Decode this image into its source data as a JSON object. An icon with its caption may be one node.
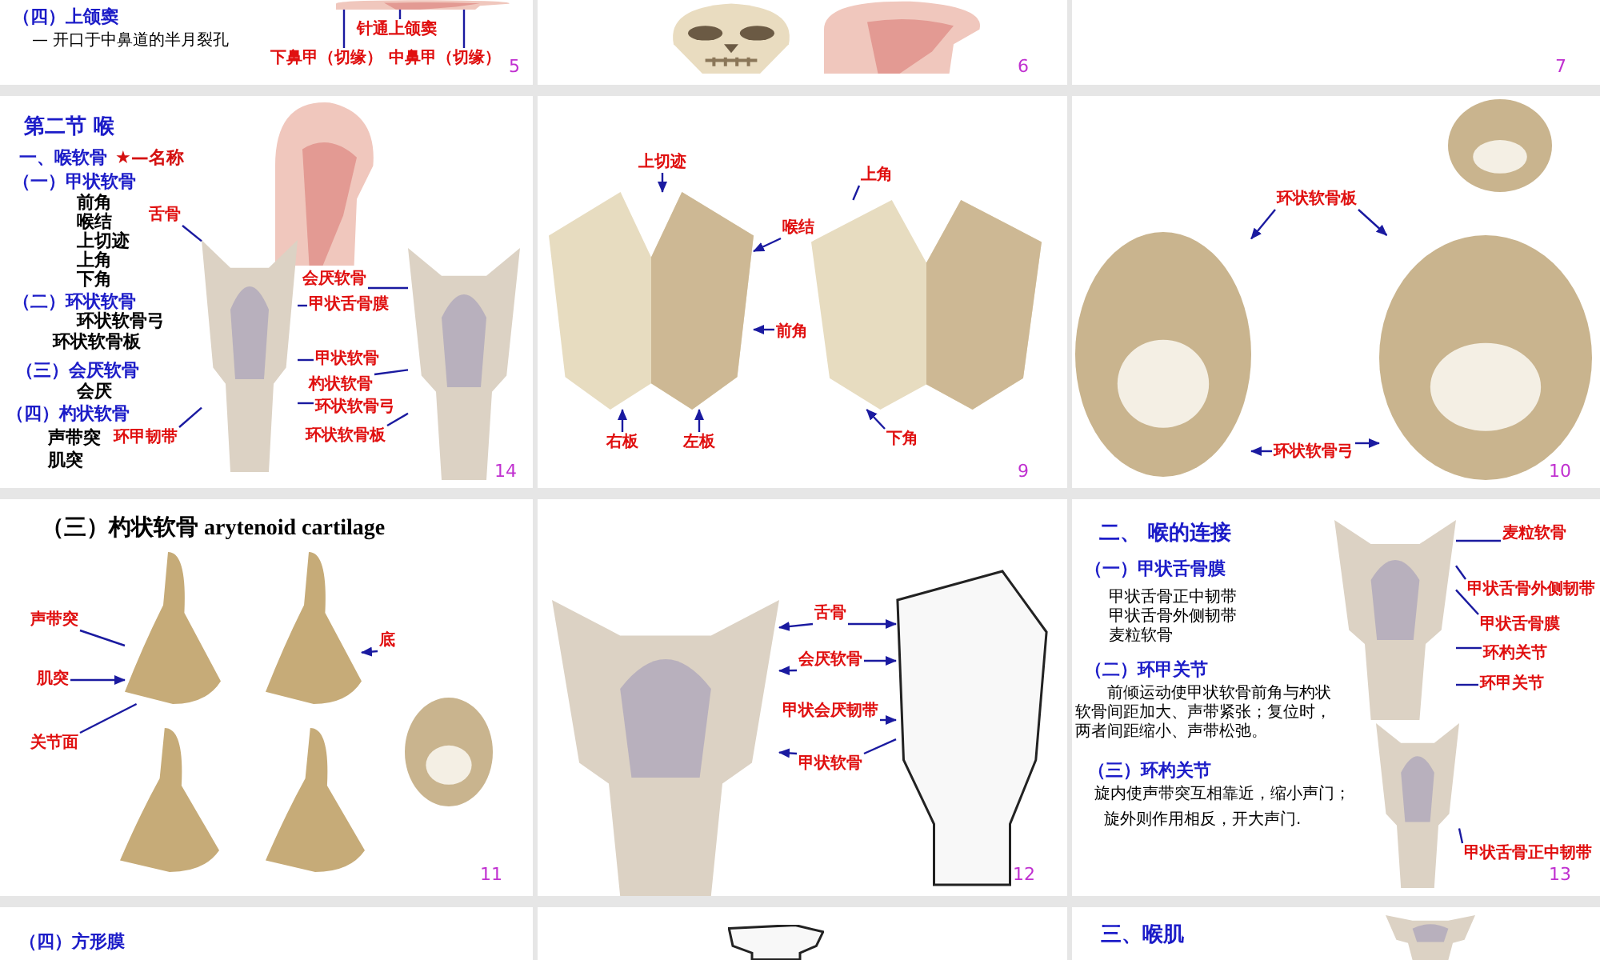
{
  "diagram": {
    "nodes": [
      {
        "text": [
          "（四）上颌窦",
          "— 开口于中鼻道的半月裂孔"
        ]
      },
      {
        "text": [
          "针通上颌窦"
        ],
        "in": 0
      },
      {
        "text": [
          "下鼻甲（切缘）"
        ],
        "in": 0
      },
      {
        "text": [
          "中鼻甲（切缘）"
        ],
        "in": 0
      },
      {
        "text": [],
        "shape": "box"
      },
      {
        "text": [],
        "shape": "box"
      },
      {
        "text": [
          "第二节 喉",
          "一、喉软骨",
          "★—名称",
          "（一）甲状软骨",
          "前角",
          "喉结",
          "上切迹",
          "上角",
          "下角",
          "（二）环状软骨",
          "环状软骨弓",
          "环状软骨板",
          "（三）会厌软骨",
          "会厌",
          "（四）杓状软骨",
          "声带突",
          "肌突"
        ]
      },
      {
        "text": [
          "舌骨"
        ],
        "in": 6
      },
      {
        "text": [
          "会厌软骨"
        ],
        "in": 6
      },
      {
        "text": [
          "甲状舌骨膜"
        ],
        "in": 6
      },
      {
        "text": [
          "甲状软骨"
        ],
        "in": 6
      },
      {
        "text": [
          "杓状软骨"
        ],
        "in": 6
      },
      {
        "text": [
          "环状软骨弓"
        ],
        "in": 6
      },
      {
        "text": [
          "环甲韧带"
        ],
        "in": 6
      },
      {
        "text": [
          "环状软骨板"
        ],
        "in": 6
      },
      {
        "text": [],
        "shape": "box"
      },
      {
        "text": [
          "上切迹"
        ],
        "in": 15
      },
      {
        "text": [
          "喉结"
        ],
        "in": 15
      },
      {
        "text": [
          "前角"
        ],
        "in": 15
      },
      {
        "text": [
          "右板"
        ],
        "in": 15
      },
      {
        "text": [
          "左板"
        ],
        "in": 15
      },
      {
        "text": [
          "上角"
        ],
        "in": 15
      },
      {
        "text": [
          "下角"
        ],
        "in": 15
      },
      {
        "text": [],
        "shape": "box"
      },
      {
        "text": [
          "环状软骨板"
        ],
        "in": 23
      },
      {
        "text": [
          "环状软骨弓"
        ],
        "in": 23
      },
      {
        "text": [
          "（三）杓状软骨 arytenoid cartilage"
        ]
      },
      {
        "text": [
          "声带突"
        ],
        "in": 26
      },
      {
        "text": [
          "肌突"
        ],
        "in": 26
      },
      {
        "text": [
          "关节面"
        ],
        "in": 26
      },
      {
        "text": [
          "底"
        ],
        "in": 26
      },
      {
        "text": [],
        "shape": "box"
      },
      {
        "text": [
          "舌骨"
        ],
        "in": 31
      },
      {
        "text": [
          "会厌软骨"
        ],
        "in": 31
      },
      {
        "text": [
          "甲状会厌韧带"
        ],
        "in": 31
      },
      {
        "text": [
          "甲状软骨"
        ],
        "in": 31
      },
      {
        "text": [
          "二、 喉的连接",
          "（一）甲状舌骨膜",
          "甲状舌骨正中韧带",
          "甲状舌骨外侧韧带",
          "麦粒软骨",
          "（二）环甲关节",
          "前倾运动使甲状软骨前角与杓状软骨间距加大、声带紧张；复位时，两者间距缩小、声带松弛。",
          "（三）环杓关节",
          "旋内使声带突互相靠近，缩小声门；",
          "旋外则作用相反，开大声门."
        ]
      },
      {
        "text": [
          "麦粒软骨"
        ],
        "in": 36
      },
      {
        "text": [
          "甲状舌骨外侧韧带"
        ],
        "in": 36
      },
      {
        "text": [
          "甲状舌骨膜"
        ],
        "in": 36
      },
      {
        "text": [
          "环杓关节"
        ],
        "in": 36
      },
      {
        "text": [
          "环甲关节"
        ],
        "in": 36
      },
      {
        "text": [
          "甲状舌骨正中韧带"
        ],
        "in": 36
      },
      {
        "text": [
          "（四）方形膜"
        ]
      },
      {
        "text": [],
        "shape": "box"
      },
      {
        "text": [
          "三、喉肌"
        ]
      },
      {
        "text": [],
        "shape": "picture",
        "in": 0
      },
      {
        "text": [],
        "shape": "picture",
        "in": 4
      },
      {
        "text": [],
        "shape": "picture",
        "in": 4
      },
      {
        "text": [],
        "shape": "picture",
        "in": 6
      },
      {
        "text": [],
        "shape": "picture",
        "in": 6
      },
      {
        "text": [],
        "shape": "picture",
        "in": 6
      },
      {
        "text": [],
        "shape": "picture",
        "in": 15
      },
      {
        "text": [],
        "shape": "picture",
        "in": 15
      },
      {
        "text": [],
        "shape": "picture",
        "in": 23
      },
      {
        "text": [],
        "shape": "picture",
        "in": 23
      },
      {
        "text": [],
        "shape": "picture",
        "in": 23
      },
      {
        "text": [],
        "shape": "picture",
        "in": 26
      },
      {
        "text": [],
        "shape": "picture",
        "in": 26
      },
      {
        "text": [],
        "shape": "picture",
        "in": 26
      },
      {
        "text": [],
        "shape": "picture",
        "in": 26
      },
      {
        "text": [],
        "shape": "picture",
        "in": 26
      },
      {
        "text": [],
        "shape": "picture",
        "in": 31
      },
      {
        "text": [],
        "shape": "picture",
        "in": 31
      },
      {
        "text": [],
        "shape": "picture",
        "in": 36
      },
      {
        "text": [],
        "shape": "picture",
        "in": 36
      },
      {
        "text": [],
        "shape": "picture",
        "in": 44
      },
      {
        "text": [],
        "shape": "picture",
        "in": 45
      }
    ],
    "edges": [
      {
        "from": 1,
        "to": 46,
        "arrow": "none"
      },
      {
        "from": 2,
        "to": 46,
        "arrow": "none"
      },
      {
        "from": 3,
        "to": 46,
        "arrow": "none"
      },
      {
        "from": 7,
        "to": 50,
        "arrow": "none"
      },
      {
        "from": 8,
        "to": 51,
        "arrow": "none"
      },
      {
        "from": 9,
        "to": 50,
        "arrow": "none"
      },
      {
        "from": 10,
        "to": 50,
        "arrow": "none"
      },
      {
        "from": 11,
        "to": 51,
        "arrow": "none"
      },
      {
        "from": 12,
        "to": 50,
        "arrow": "none"
      },
      {
        "from": 13,
        "to": 50,
        "arrow": "none"
      },
      {
        "from": 14,
        "to": 51,
        "arrow": "none"
      },
      {
        "from": 16,
        "to": 52,
        "arrow": "to"
      },
      {
        "from": 17,
        "to": 52,
        "arrow": "to"
      },
      {
        "from": 18,
        "to": 52,
        "arrow": "to"
      },
      {
        "from": 19,
        "to": 52,
        "arrow": "to"
      },
      {
        "from": 20,
        "to": 52,
        "arrow": "to"
      },
      {
        "from": 21,
        "to": 53,
        "arrow": "none"
      },
      {
        "from": 22,
        "to": 53,
        "arrow": "to"
      },
      {
        "from": 24,
        "to": 55,
        "arrow": "to"
      },
      {
        "from": 24,
        "to": 56,
        "arrow": "to"
      },
      {
        "from": 25,
        "to": 55,
        "arrow": "to"
      },
      {
        "from": 25,
        "to": 56,
        "arrow": "to"
      },
      {
        "from": 27,
        "to": 57,
        "arrow": "none"
      },
      {
        "from": 28,
        "to": 57,
        "arrow": "to"
      },
      {
        "from": 29,
        "to": 57,
        "arrow": "none"
      },
      {
        "from": 30,
        "to": 58,
        "arrow": "to"
      },
      {
        "from": 32,
        "to": 62,
        "arrow": "to"
      },
      {
        "from": 32,
        "to": 63,
        "arrow": "to"
      },
      {
        "from": 33,
        "to": 62,
        "arrow": "to"
      },
      {
        "from": 33,
        "to": 63,
        "arrow": "to"
      },
      {
        "from": 34,
        "to": 63,
        "arrow": "to"
      },
      {
        "from": 35,
        "to": 62,
        "arrow": "to"
      },
      {
        "from": 35,
        "to": 63,
        "arrow": "none"
      },
      {
        "from": 37,
        "to": 64,
        "arrow": "none"
      },
      {
        "from": 38,
        "to": 64,
        "arrow": "none"
      },
      {
        "from": 39,
        "to": 64,
        "arrow": "none"
      },
      {
        "from": 40,
        "to": 64,
        "arrow": "none"
      },
      {
        "from": 41,
        "to": 64,
        "arrow": "none"
      },
      {
        "from": 42,
        "to": 65,
        "arrow": "none"
      }
    ],
    "labels": [
      "5",
      "6",
      "7",
      "14",
      "9",
      "10",
      "11",
      "12",
      "13"
    ]
  }
}
